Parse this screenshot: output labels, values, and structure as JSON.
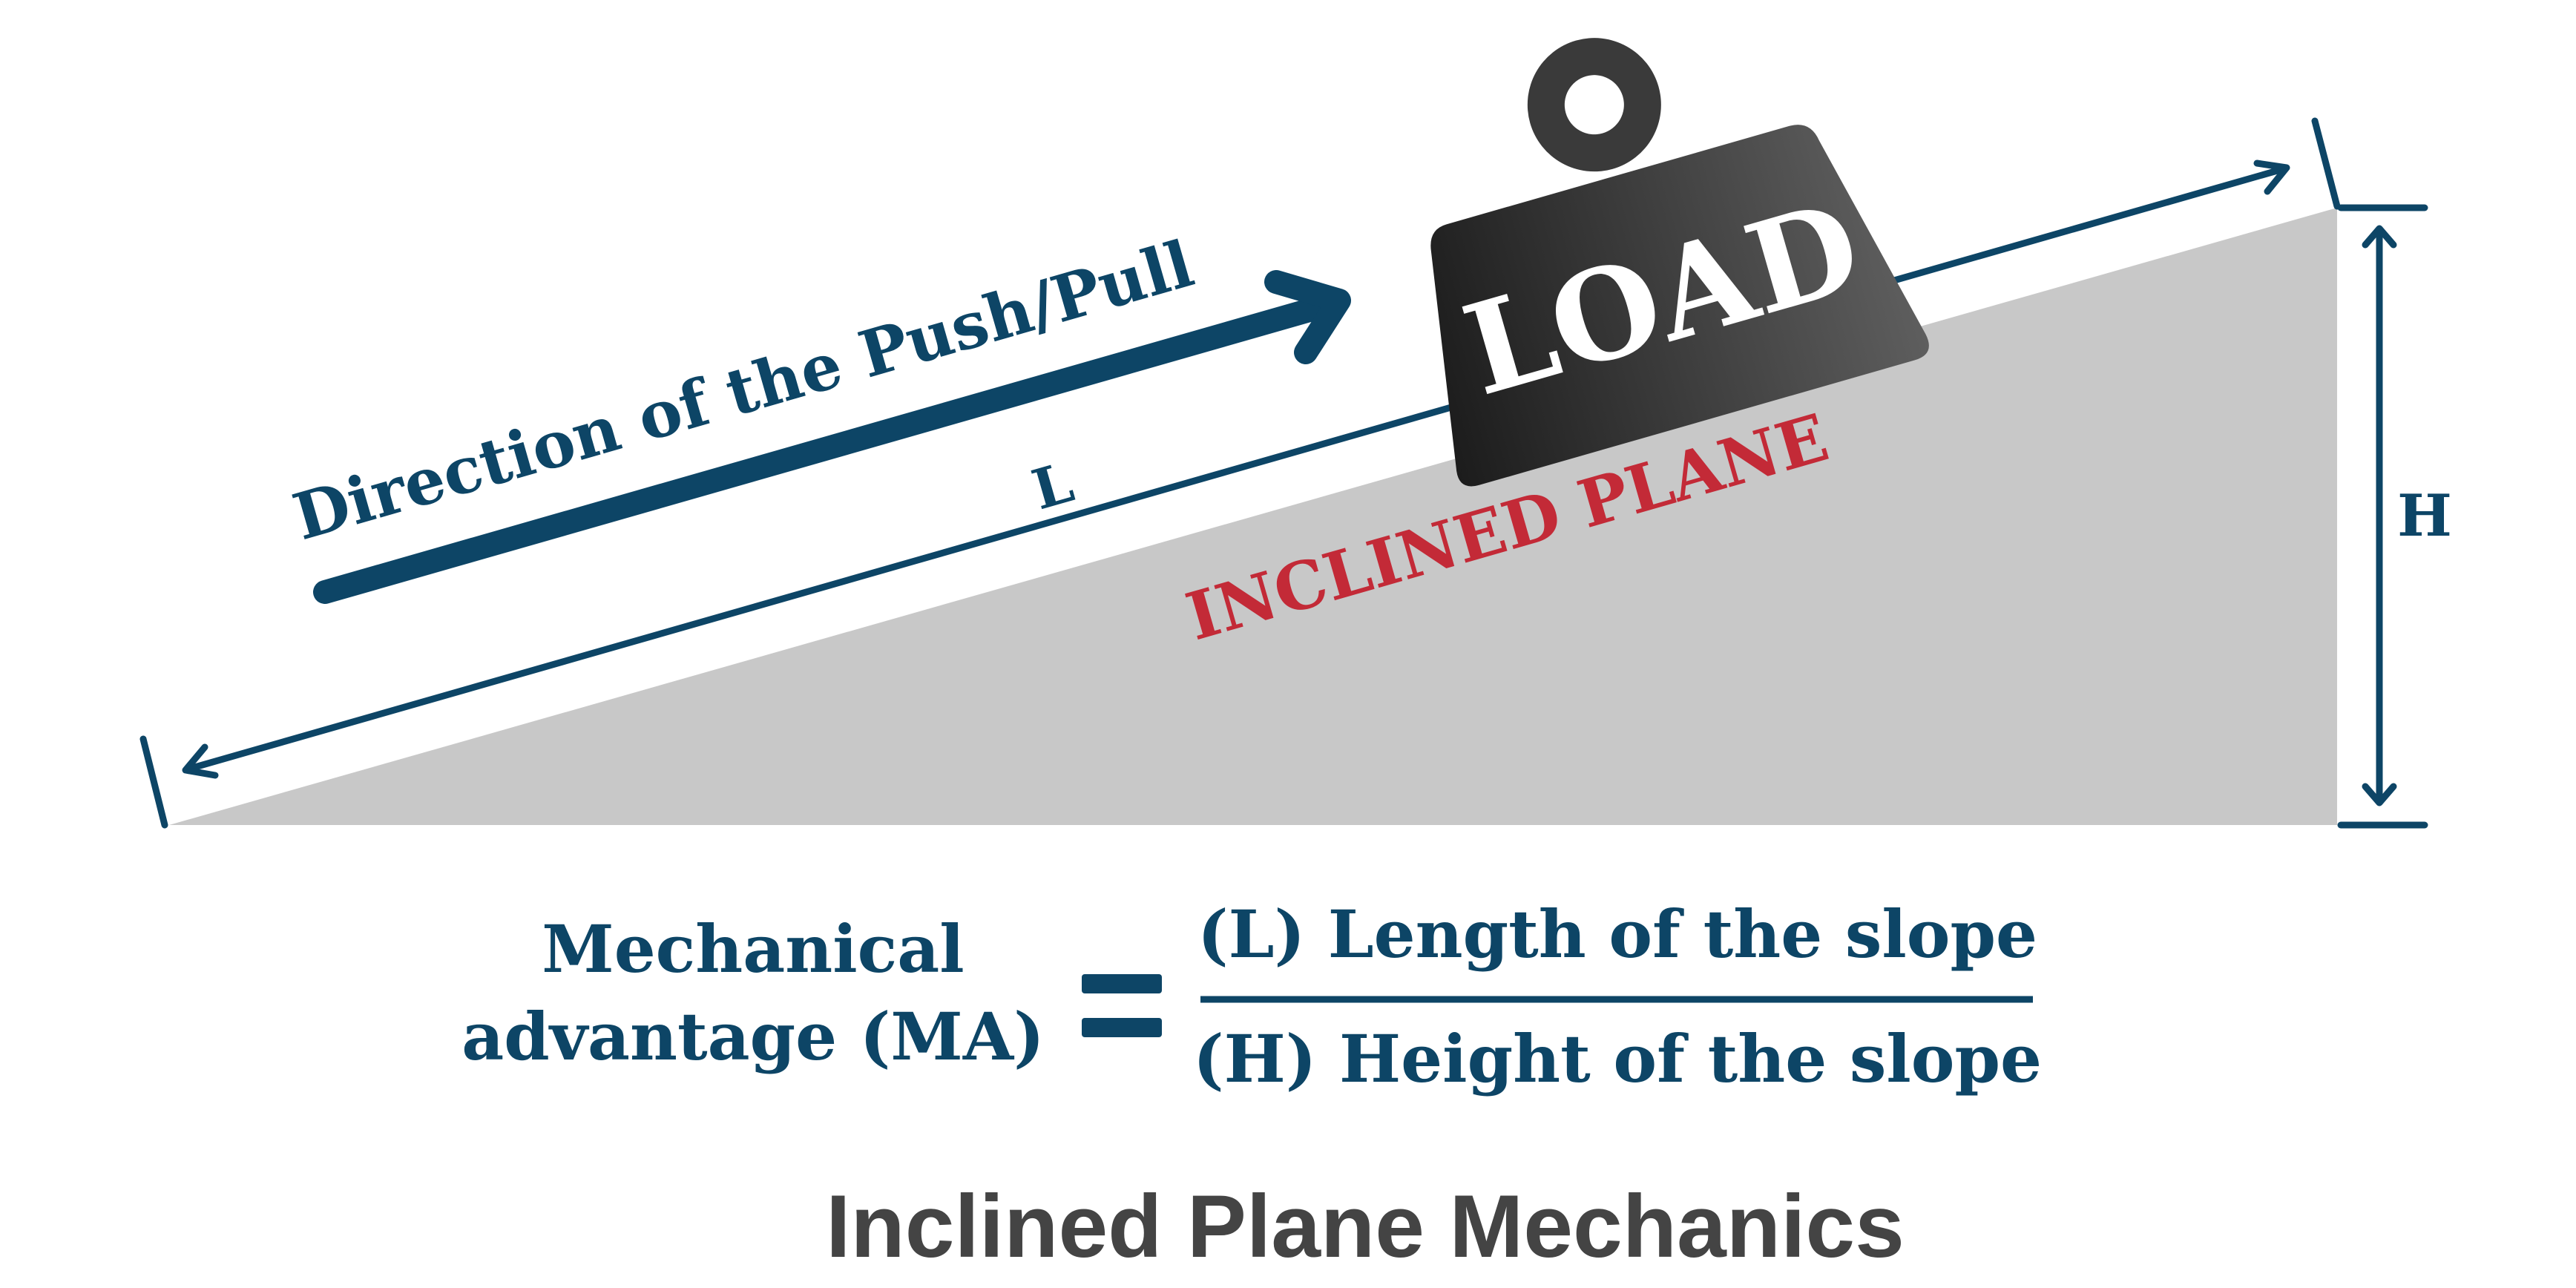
{
  "diagram": {
    "direction_label": "Direction of the Push/Pull",
    "length_label": "L",
    "height_label": "H",
    "load_label": "LOAD",
    "plane_label": "INCLINED PLANE"
  },
  "formula": {
    "lhs_line1": "Mechanical",
    "lhs_line2": "advantage (MA)",
    "equals": "=",
    "numerator": "(L) Length of the slope",
    "denominator": "(H) Height of the slope"
  },
  "footer": {
    "title": "Inclined Plane Mechanics"
  },
  "colors": {
    "navy": "#0d4566",
    "red": "#c32a37",
    "ramp_gray": "#c8c8c8",
    "load_dark": "#1c1c1c",
    "load_light": "#5e5e5e",
    "title_gray": "#444444"
  }
}
